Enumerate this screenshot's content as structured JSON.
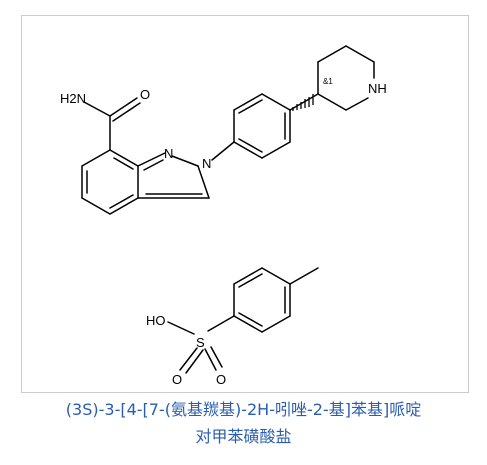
{
  "structure": {
    "atom_labels": {
      "amide_n": "H2N",
      "amide_o": "O",
      "indazole_n1": "N",
      "indazole_n2": "N",
      "stereo": "&1",
      "piperidine_nh": "NH",
      "hydroxyl": "HO",
      "sulfur": "S",
      "sulfonyl_o1": "O",
      "sulfonyl_o2": "O"
    }
  },
  "caption": {
    "line1": "(3S)-3-[4-[7-(氨基羰基)-2H-吲唑-2-基]苯基]哌啶",
    "line2": "对甲苯磺酸盐"
  }
}
